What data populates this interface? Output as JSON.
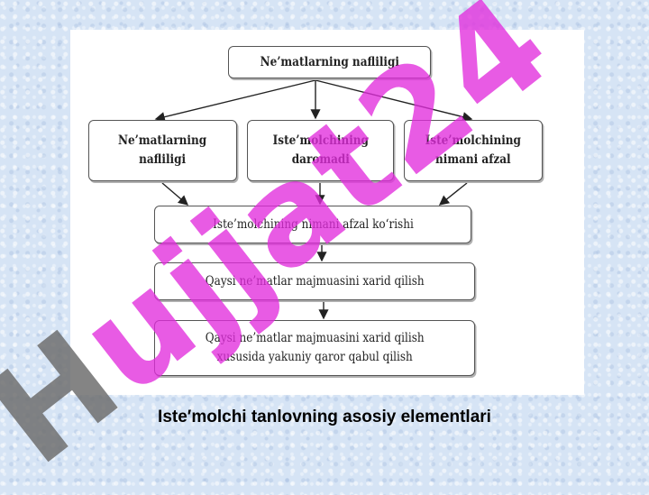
{
  "diagram": {
    "top_box": "Ne’matlarning nafliligi",
    "left_box": "Ne’matlarning\nnafliligi",
    "middle_box": "Iste’molchining\ndaromadi",
    "right_box": "Iste’molchining\nnimani afzal",
    "box4": "Iste’molchining nimani afzal ko‘rishi",
    "box5": "Qaysi  ne’matlar  majmuasini xarid  qilish",
    "box6": "Qaysi  ne’matlar  majmuasini xarid  qilish\nxususida yakuniy qaror qabul  qilish"
  },
  "watermark": {
    "first": "H",
    "rest": "ujjat24"
  },
  "caption": "Iste′molchi tanlovning asosiy elementlari",
  "colors": {
    "watermark": "#e12ddc",
    "watermark_first_letter": "#6e6e6e",
    "background": "#d6e4f5"
  }
}
